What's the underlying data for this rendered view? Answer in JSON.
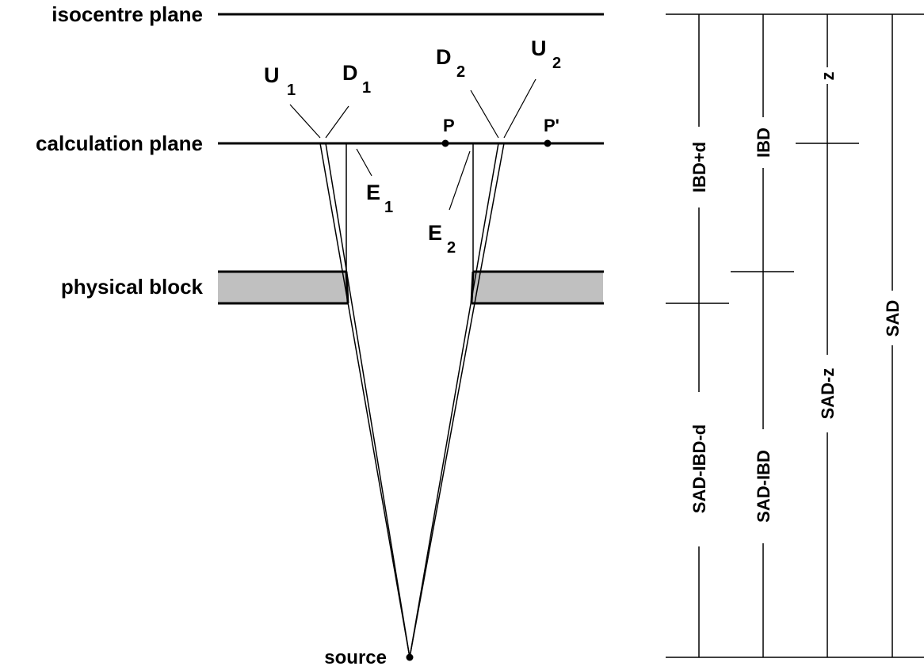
{
  "planes": {
    "isocentre": "isocentre plane",
    "calculation": "calculation plane",
    "block": "physical block"
  },
  "source_label": "source",
  "points": {
    "U1": {
      "base": "U",
      "sub": "1"
    },
    "D1": {
      "base": "D",
      "sub": "1"
    },
    "E1": {
      "base": "E",
      "sub": "1"
    },
    "D2": {
      "base": "D",
      "sub": "2"
    },
    "U2": {
      "base": "U",
      "sub": "2"
    },
    "E2": {
      "base": "E",
      "sub": "2"
    },
    "P": "P",
    "P_prime": "P'"
  },
  "distances": {
    "ibd_plus_d": "IBD+d",
    "sad_ibd_d": "SAD-IBD-d",
    "ibd": "IBD",
    "sad_ibd": "SAD-IBD",
    "z": "z",
    "sad_z": "SAD-z",
    "sad": "SAD"
  },
  "colors": {
    "line": "#000000",
    "block_fill": "#c0c0c0"
  }
}
